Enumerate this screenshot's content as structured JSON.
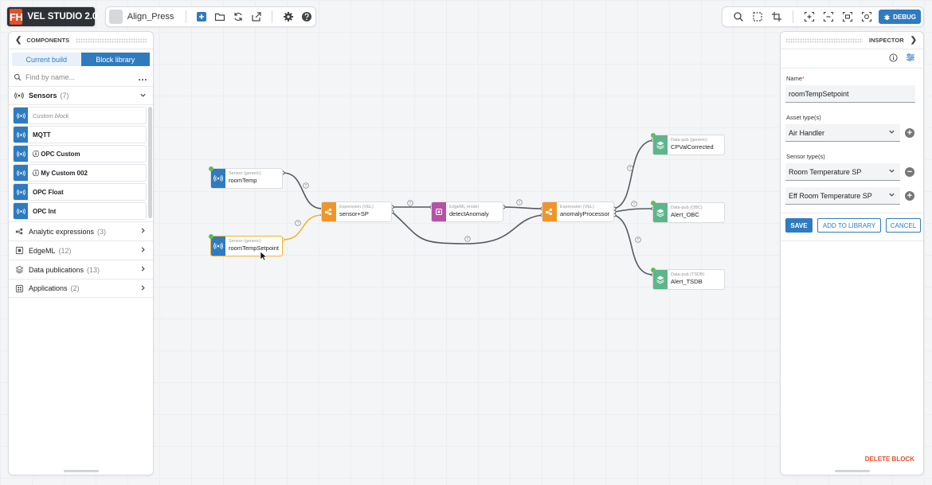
{
  "app": {
    "logo_mark": "FH",
    "title": "VEL STUDIO 2.0",
    "project_name": "Align_Press",
    "debug_label": "DEBUG"
  },
  "components": {
    "header": "COMPONENTS",
    "tabs": [
      "Current build",
      "Block library"
    ],
    "active_tab": "Block library",
    "search_placeholder": "Find by name...",
    "sensors": {
      "label": "Sensors",
      "count": "(7)",
      "items": [
        {
          "label": "Custom block",
          "style": "muted"
        },
        {
          "label": "MQTT",
          "style": "normal"
        },
        {
          "label": "ⓘ OPC Custom",
          "style": "normal"
        },
        {
          "label": "ⓘ My Custom 002",
          "style": "normal"
        },
        {
          "label": "OPC Float",
          "style": "normal"
        },
        {
          "label": "OPC Int",
          "style": "normal"
        }
      ]
    },
    "categories": [
      {
        "label": "Analytic expressions",
        "count": "(3)",
        "icon": "expression-icon"
      },
      {
        "label": "EdgeML",
        "count": "(12)",
        "icon": "model-icon"
      },
      {
        "label": "Data publications",
        "count": "(13)",
        "icon": "layers-icon"
      },
      {
        "label": "Applications",
        "count": "(2)",
        "icon": "apps-icon"
      }
    ]
  },
  "inspector": {
    "header": "INSPECTOR",
    "name_label": "Name",
    "name_required": "*",
    "name_value": "roomTempSetpoint",
    "asset_label": "Asset type(s)",
    "asset_value": "Air Handler",
    "sensor_label": "Sensor type(s)",
    "sensor_values": [
      "Room Temperature SP",
      "Eff Room Temperature SP"
    ],
    "save_label": "SAVE",
    "add_label": "ADD TO LIBRARY",
    "cancel_label": "CANCEL",
    "delete_label": "DELETE BLOCK"
  },
  "graph": {
    "nodes": [
      {
        "id": "roomTemp",
        "type": "Sensor (generic)",
        "name": "roomTemp",
        "kind": "sensor",
        "color": "#2f7bbf"
      },
      {
        "id": "roomTempSetpoint",
        "type": "Sensor (generic)",
        "name": "roomTempSetpoint",
        "kind": "sensor",
        "color": "#2f7bbf",
        "selected": true
      },
      {
        "id": "sensorSP",
        "type": "Expression (VEL)",
        "name": "sensor+SP",
        "kind": "expression",
        "color": "#f0952a"
      },
      {
        "id": "detectAnomaly",
        "type": "EdgeML model",
        "name": "detectAnomaly",
        "kind": "model",
        "color": "#b552a6"
      },
      {
        "id": "anomalyProcessor",
        "type": "Expression (VEL)",
        "name": "anomalyProcessor",
        "kind": "expression",
        "color": "#f0952a"
      },
      {
        "id": "cpval",
        "type": "Data-pub (generic)",
        "name": "CPValCorrected",
        "kind": "datapub",
        "color": "#5db58a"
      },
      {
        "id": "alertObc",
        "type": "Data-pub (OBC)",
        "name": "Alert_OBC",
        "kind": "datapub",
        "color": "#5db58a"
      },
      {
        "id": "alertTsdb",
        "type": "Data-pub (TSDB)",
        "name": "Alert_TSDB",
        "kind": "datapub",
        "color": "#5db58a"
      }
    ],
    "edge_label": "T"
  }
}
